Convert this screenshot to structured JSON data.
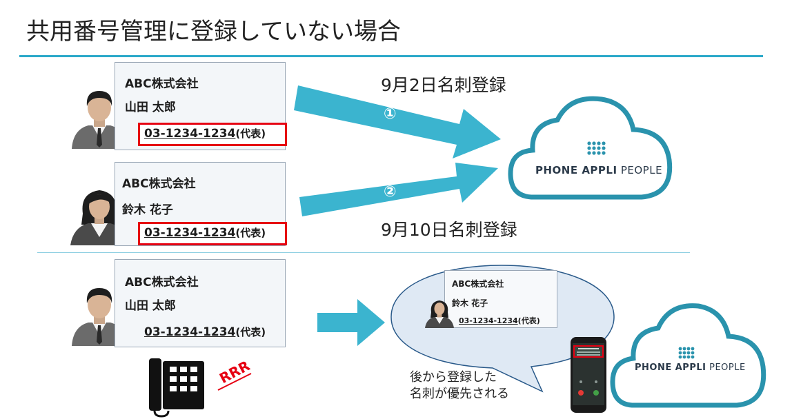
{
  "title": "共用番号管理に登録していない場合",
  "top": {
    "card1": {
      "company": "ABC株式会社",
      "person": "山田 太郎",
      "phone": "03-1234-1234",
      "phone_suffix": "(代表)"
    },
    "card2": {
      "company": "ABC株式会社",
      "person": "鈴木 花子",
      "phone": "03-1234-1234",
      "phone_suffix": "(代表)"
    },
    "date1": "9月2日名刺登録",
    "date2": "9月10日名刺登録",
    "step1": "①",
    "step2": "②",
    "cloud_logo": {
      "strong": "PHONE APPLI",
      "light": "PEOPLE"
    }
  },
  "bottom": {
    "card": {
      "company": "ABC株式会社",
      "person": "山田 太郎",
      "phone": "03-1234-1234",
      "phone_suffix": "(代表)"
    },
    "ring_text": "RRR",
    "bubble_card": {
      "company": "ABC株式会社",
      "person": "鈴木 花子",
      "phone": "03-1234-1234",
      "phone_suffix": "(代表)"
    },
    "note_line1": "後から登録した",
    "note_line2": "名刺が優先される",
    "cloud_logo": {
      "strong": "PHONE APPLI",
      "light": "PEOPLE"
    }
  },
  "colors": {
    "accent": "#2aa8c9",
    "arrow": "#3bb4cf",
    "cloud": "#2a93ad",
    "highlight": "#e60012"
  }
}
